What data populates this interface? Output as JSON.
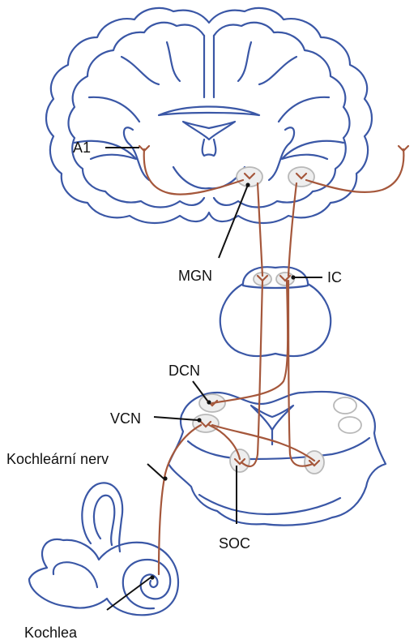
{
  "labels": {
    "a1": "A1",
    "mgn": "MGN",
    "ic": "IC",
    "dcn": "DCN",
    "vcn": "VCN",
    "nerve": "Kochleární nerv",
    "soc": "SOC",
    "cochlea": "Kochlea"
  },
  "colors": {
    "anatomy": "#3a57a6",
    "pathway": "#a5573b",
    "nucleus_fill": "#eeeeee",
    "nucleus_stroke": "#b8b8b8",
    "text": "#111111"
  }
}
